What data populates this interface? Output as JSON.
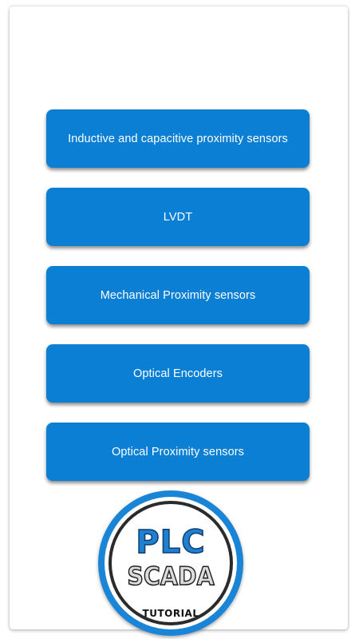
{
  "menu": {
    "items": [
      {
        "label": "Inductive and capacitive proximity sensors"
      },
      {
        "label": "LVDT"
      },
      {
        "label": "Mechanical Proximity sensors"
      },
      {
        "label": "Optical Encoders"
      },
      {
        "label": "Optical Proximity sensors"
      }
    ]
  },
  "logo": {
    "line1": "PLC",
    "line2": "SCADA",
    "line3": "TUTORIAL"
  },
  "colors": {
    "button_background": "#0a7fd3",
    "button_text": "#ffffff",
    "logo_blue": "#1a85d6"
  }
}
